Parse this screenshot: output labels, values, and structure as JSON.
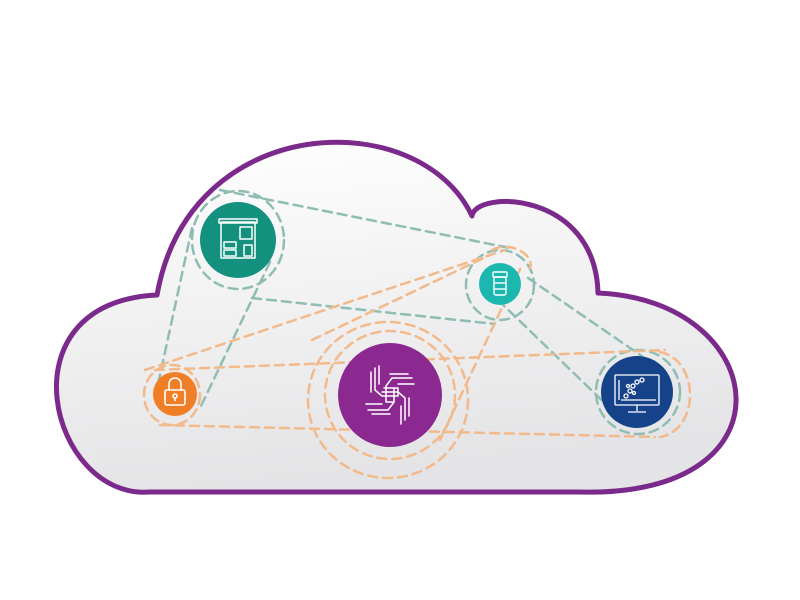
{
  "colors": {
    "cloud_outline": "#7b2a8b",
    "cloud_fill_top": "#ffffff",
    "cloud_fill_bottom": "#e4e4e6",
    "teal_line": "#8fbdb3",
    "orange_line": "#f2b98a",
    "icon_stroke": "#ffffff"
  },
  "nodes": [
    {
      "id": "instrument",
      "icon": "lab-instrument-icon",
      "color": "#14907f"
    },
    {
      "id": "vial",
      "icon": "sample-vial-icon",
      "color": "#1cb8b0"
    },
    {
      "id": "lock",
      "icon": "lock-icon",
      "color": "#f07e26"
    },
    {
      "id": "collaboration",
      "icon": "collaboration-hands-icon",
      "color": "#8b2990"
    },
    {
      "id": "monitor",
      "icon": "analysis-monitor-icon",
      "color": "#16428a"
    }
  ]
}
